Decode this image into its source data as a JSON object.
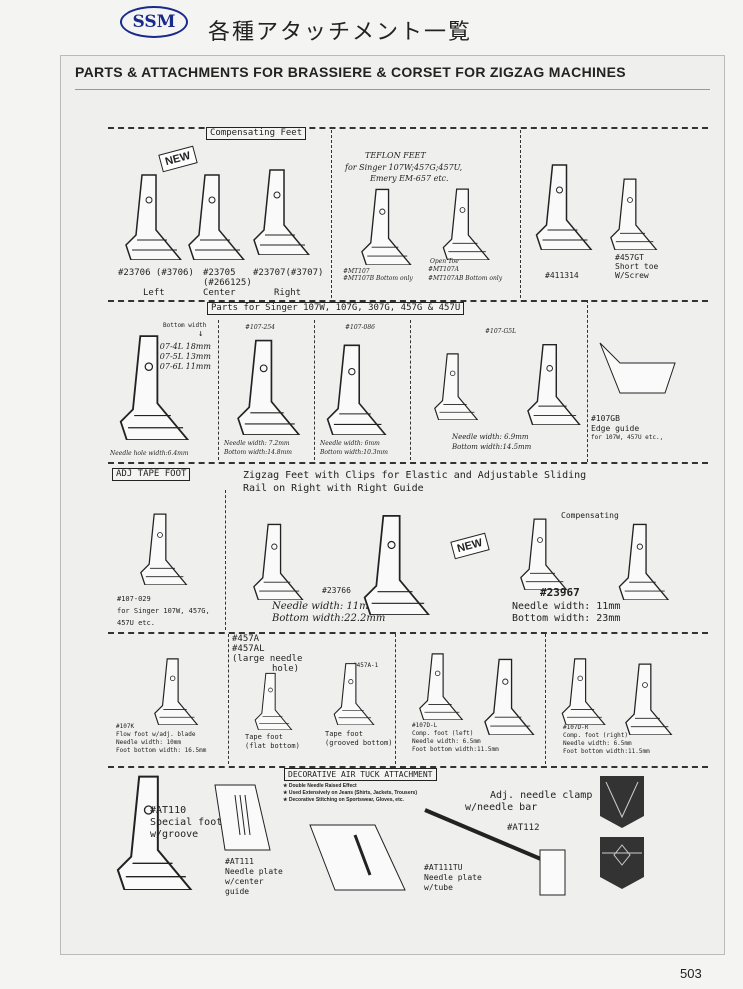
{
  "header": {
    "logo": "SSM",
    "title_jp": "各種アタッチメント一覧",
    "title": "PARTS & ATTACHMENTS FOR BRASSIERE & CORSET FOR ZIGZAG MACHINES",
    "page_number": "503",
    "new_badge": "NEW"
  },
  "row1": {
    "comp_heading": "Compensating Feet",
    "comp": [
      {
        "code": "#23706 (#3706)",
        "pos": "Left"
      },
      {
        "code": "#23705",
        "alt": "(#266125)",
        "pos": "Center"
      },
      {
        "code": "#23707(#3707)",
        "pos": "Right"
      }
    ],
    "teflon_title": "TEFLON FEET",
    "teflon_sub1": "for Singer 107W;457G;457U,",
    "teflon_sub2": "Emery EM-657 etc.",
    "teflon": [
      {
        "l1": "#MT107",
        "l2": "#MT107B Bottom only"
      },
      {
        "top": "Open Toe",
        "l1": "#MT107A",
        "l2": "#MT107AB Bottom only"
      }
    ],
    "p411314": "#411314",
    "p457gt": [
      "#457GT",
      "Short toe",
      "W/Screw"
    ]
  },
  "row2": {
    "heading": "Parts for Singer 107W, 107G, 307G, 457G & 457U",
    "bottom_width": "Bottom width",
    "arrow": "↓",
    "sizes": [
      "#107-4L  18mm",
      "#107-5L  13mm",
      "#107-6L  11mm"
    ],
    "needle_hole": "Needle hole width:6.4mm",
    "p254": {
      "code": "#107-254",
      "l1": "Needle width: 7.2mm",
      "l2": "Bottom width:14.8mm"
    },
    "p086": {
      "code": "#107-086",
      "l1": "Needle width: 6mm",
      "l2": "Bottom width:10.3mm"
    },
    "g5l": {
      "code": "#107-G5L",
      "l1": "Needle width: 6.9mm",
      "l2": "Bottom width:14.5mm"
    },
    "gb": {
      "code": "#107GB",
      "l1": "Edge guide",
      "l2": "for 107W, 457U etc.,"
    }
  },
  "row3": {
    "adj_label": "ADJ TAPE FOOT",
    "heading1": "Zigzag Feet with Clips for Elastic and Adjustable Sliding",
    "heading2": "Rail on Right with Right Guide",
    "p029": {
      "code": "#107-029",
      "l1": "for Singer 107W, 457G,",
      "l2": "457U etc."
    },
    "p23766": {
      "code": "#23766",
      "l1": "Needle width: 11mm",
      "l2": "Bottom width:22.2mm"
    },
    "compensating": "Compensating",
    "p23967": {
      "code": "#23967",
      "l1": "Needle width: 11mm",
      "l2": "Bottom width: 23mm"
    }
  },
  "row4": {
    "p107k": [
      "#107K",
      "Flow foot w/adj. blade",
      "Needle width: 10mm",
      "Foot bottom width: 16.5mm"
    ],
    "p457a": [
      "#457A",
      "#457AL",
      "(large needle",
      "hole)"
    ],
    "tape_flat": [
      "Tape foot",
      "(flat bottom)"
    ],
    "p457a1": "#457A-1",
    "tape_groove": [
      "Tape foot",
      "(grooved bottom)"
    ],
    "p107dl": [
      "#107D-L",
      "Comp. foot (left)",
      "Needle width: 6.5mm",
      "Foot bottom width:11.5mm"
    ],
    "p107dr": [
      "#107D-R",
      "Comp. foot (right)",
      "Needle width: 6.5mm",
      "Foot bottom width:11.5mm"
    ]
  },
  "row5": {
    "heading": "DECORATIVE AIR TUCK ATTACHMENT",
    "bullets": [
      "Double Needle Raised Effect",
      "Used Extensively on Jeans (Shirts, Jackets, Trousers)",
      "Decorative Stitching on Sportswear, Gloves, etc."
    ],
    "bullet_icon": "★",
    "at110": [
      "#AT110",
      "Special foot",
      "w/groove"
    ],
    "at111": [
      "#AT111",
      "Needle plate",
      "w/center",
      "guide"
    ],
    "at111tu": [
      "#AT111TU",
      "Needle plate",
      "w/tube"
    ],
    "at112_desc": [
      "Adj. needle clamp",
      "w/needle bar"
    ],
    "at112": "#AT112"
  }
}
